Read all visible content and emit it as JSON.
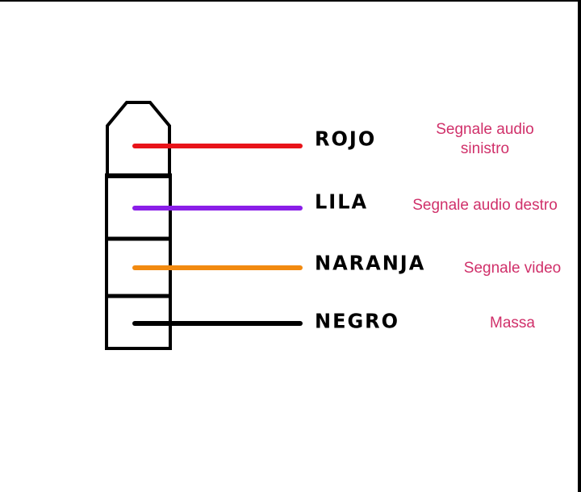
{
  "colors": {
    "background": "#ffffff",
    "outline": "#000000",
    "description_text": "#d0306a"
  },
  "connector": {
    "type": "TRRS 3.5mm jack plug",
    "wires": [
      {
        "label": "ROJO",
        "color": "#e8141a",
        "description": "Segnale audio sinistro",
        "description_lines": [
          "Segnale audio",
          "sinistro"
        ]
      },
      {
        "label": "LILA",
        "color": "#8a1ee8",
        "description": "Segnale audio destro",
        "description_lines": [
          "Segnale audio destro"
        ]
      },
      {
        "label": "NARANJA",
        "color": "#f28a10",
        "description": "Segnale video",
        "description_lines": [
          "Segnale video"
        ]
      },
      {
        "label": "NEGRO",
        "color": "#000000",
        "description": "Massa",
        "description_lines": [
          "Massa"
        ]
      }
    ]
  }
}
